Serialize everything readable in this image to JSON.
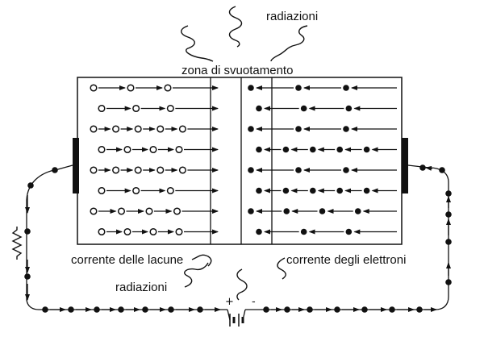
{
  "labels": {
    "top_radiation": "radiazioni",
    "depletion_zone": "zona di svuotamento",
    "hole_current": "corrente delle lacune",
    "electron_current": "corrente degli elettroni",
    "bottom_radiation": "radiazioni",
    "plus_sign": "+",
    "minus_sign": "-"
  },
  "colors": {
    "ink": "#111111",
    "background": "#ffffff"
  },
  "rows": [
    {
      "holes": 3,
      "electrons": 3
    },
    {
      "holes": 3,
      "electrons": 3
    },
    {
      "holes": 5,
      "electrons": 3
    },
    {
      "holes": 4,
      "electrons": 5
    },
    {
      "holes": 5,
      "electrons": 3
    },
    {
      "holes": 3,
      "electrons": 5
    },
    {
      "holes": 4,
      "electrons": 4
    },
    {
      "holes": 4,
      "electrons": 3
    }
  ],
  "icons": [
    "radiation-wave-icon",
    "resistor-icon",
    "battery-icon",
    "hole-icon",
    "electron-icon",
    "arrow-icon"
  ]
}
